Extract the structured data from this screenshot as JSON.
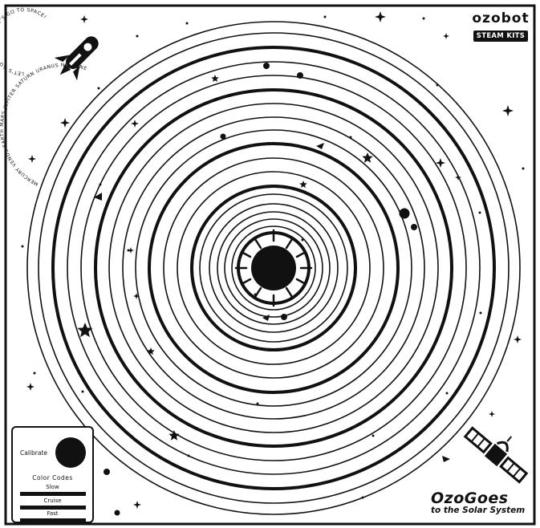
{
  "brand": {
    "logo": "ozobot",
    "kits": "STEAM KITS"
  },
  "title": {
    "line1": "OzoGoes",
    "line2": "to the Solar System"
  },
  "space_text": {
    "outer": "LET'S GO TO SPACE! LET'S GO TO SPACE!",
    "inner": "MERCURY VENUS EARTH MARS JUPITER SATURN URANUS NEPTUNE"
  },
  "calibration": {
    "calibrate_label": "Calibrate",
    "color_codes_label": "Color Codes",
    "codes": [
      {
        "label": "Slow"
      },
      {
        "label": "Cruise"
      },
      {
        "label": "Fast"
      }
    ]
  },
  "colors": {
    "ink": "#111111",
    "paper": "#ffffff"
  }
}
